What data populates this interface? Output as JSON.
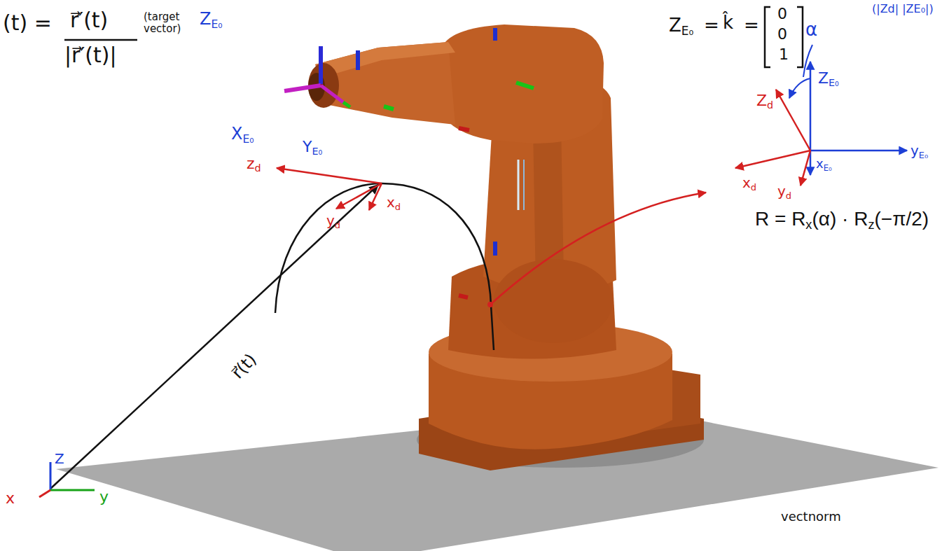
{
  "diagram": {
    "labels": [
      "(t) =",
      "r⃗′(t)",
      "|r⃗′(t)|",
      "(target vector)",
      "ZE₀",
      "ZE₀",
      "=",
      "k̂",
      "=",
      "0",
      "0",
      "1",
      "(|Zd| |ZE₀|)",
      "XE₀",
      "YE₀",
      "zd",
      "yd",
      "xd",
      "r⃗(t)",
      "α",
      "ZE₀",
      "Zd",
      "yE₀",
      "xd",
      "xE₀",
      "yd",
      "R = R",
      "x",
      "(α) · R",
      "z",
      "(−π/2)",
      "Z",
      "x",
      "y",
      "vectnorm"
    ]
  }
}
